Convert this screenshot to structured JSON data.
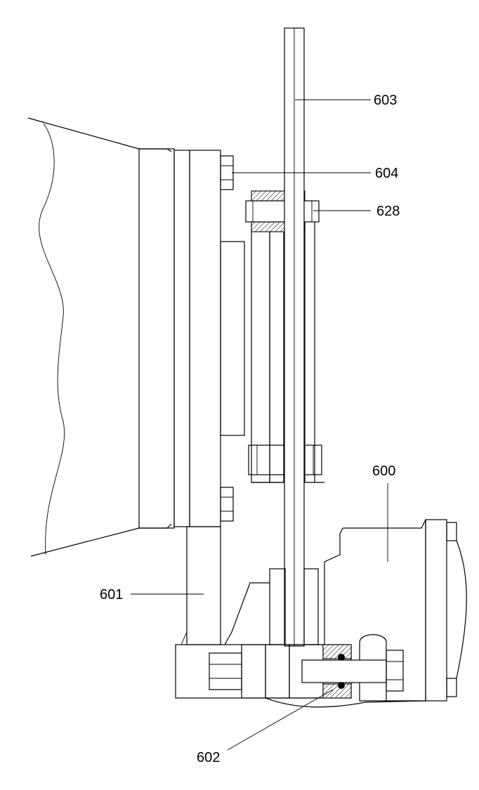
{
  "callouts": {
    "c603": "603",
    "c604": "604",
    "c628": "628",
    "c600": "600",
    "c601": "601",
    "c602": "602"
  }
}
